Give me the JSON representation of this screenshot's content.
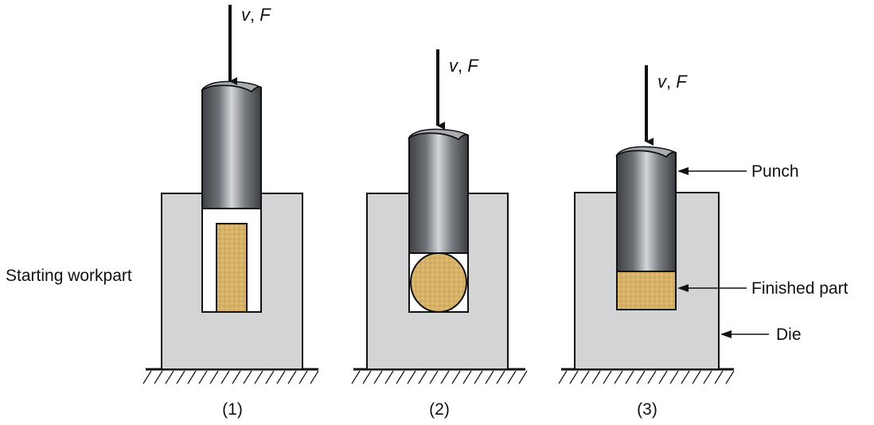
{
  "diagram": {
    "force_label_v": "v",
    "force_label_sep": ", ",
    "force_label_F": "F",
    "stages": [
      {
        "caption": "(1)"
      },
      {
        "caption": "(2)"
      },
      {
        "caption": "(3)"
      }
    ],
    "labels": {
      "starting_workpart": "Starting workpart",
      "punch": "Punch",
      "finished_part": "Finished part",
      "die": "Die"
    },
    "colors": {
      "die": "#d3d4d6",
      "workpart": "#d8b56a",
      "punch_dark": "#3e4044",
      "punch_light": "#d4d6d9",
      "outline": "#111111"
    }
  }
}
